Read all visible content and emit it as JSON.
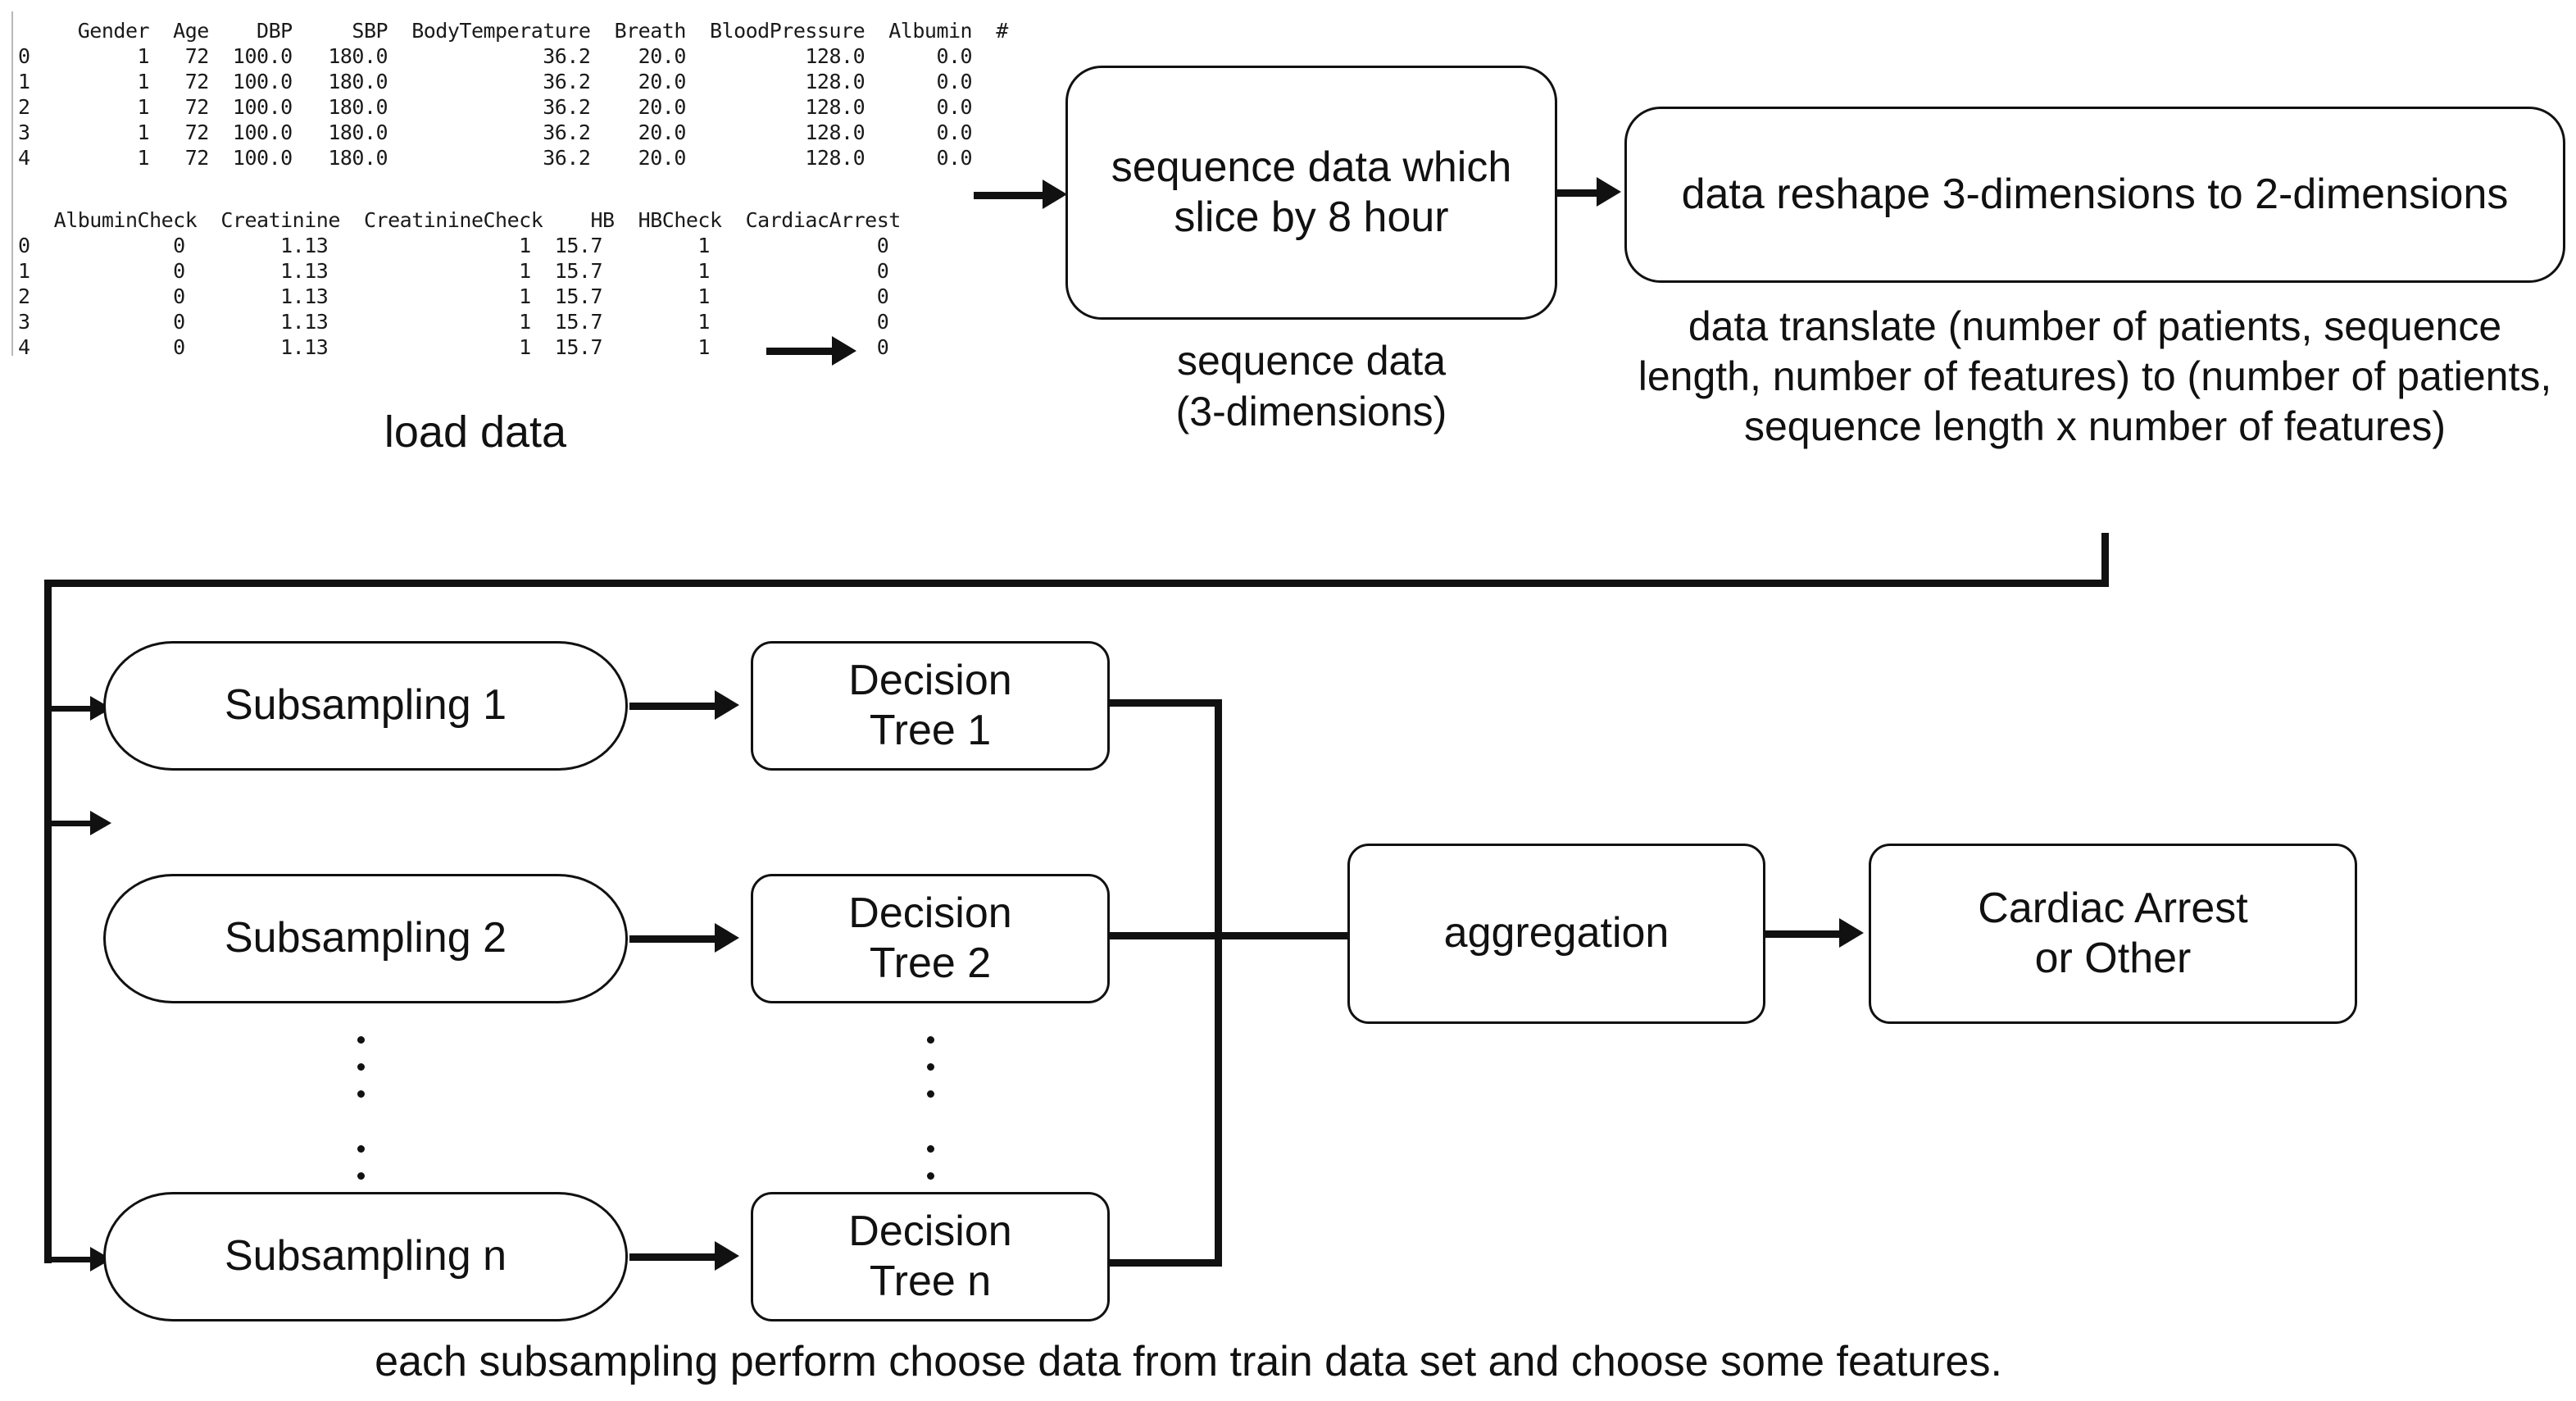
{
  "diagram": {
    "title_note": "Cardiac arrest prediction pipeline flow diagram"
  },
  "data_preview": {
    "table_top": {
      "header": "     Gender  Age    DBP     SBP  BodyTemperature  Breath  BloodPressure  Albumin  #",
      "rows": [
        "0         1   72  100.0   180.0             36.2    20.0          128.0      0.0",
        "1         1   72  100.0   180.0             36.2    20.0          128.0      0.0",
        "2         1   72  100.0   180.0             36.2    20.0          128.0      0.0",
        "3         1   72  100.0   180.0             36.2    20.0          128.0      0.0",
        "4         1   72  100.0   180.0             36.2    20.0          128.0      0.0"
      ],
      "columns": [
        "Gender",
        "Age",
        "DBP",
        "SBP",
        "BodyTemperature",
        "Breath",
        "BloodPressure",
        "Albumin",
        "#"
      ],
      "index": [
        "0",
        "1",
        "2",
        "3",
        "4"
      ],
      "values": [
        [
          "1",
          "72",
          "100.0",
          "180.0",
          "36.2",
          "20.0",
          "128.0",
          "0.0"
        ],
        [
          "1",
          "72",
          "100.0",
          "180.0",
          "36.2",
          "20.0",
          "128.0",
          "0.0"
        ],
        [
          "1",
          "72",
          "100.0",
          "180.0",
          "36.2",
          "20.0",
          "128.0",
          "0.0"
        ],
        [
          "1",
          "72",
          "100.0",
          "180.0",
          "36.2",
          "20.0",
          "128.0",
          "0.0"
        ],
        [
          "1",
          "72",
          "100.0",
          "180.0",
          "36.2",
          "20.0",
          "128.0",
          "0.0"
        ]
      ]
    },
    "table_bottom": {
      "header": "   AlbuminCheck  Creatinine  CreatinineCheck    HB  HBCheck  CardiacArrest",
      "rows": [
        "0            0        1.13                1  15.7        1              0",
        "1            0        1.13                1  15.7        1              0",
        "2            0        1.13                1  15.7        1              0",
        "3            0        1.13                1  15.7        1              0",
        "4            0        1.13                1  15.7        1              0"
      ],
      "columns": [
        "AlbuminCheck",
        "Creatinine",
        "CreatinineCheck",
        "HB",
        "HBCheck",
        "CardiacArrest"
      ],
      "index": [
        "0",
        "1",
        "2",
        "3",
        "4"
      ],
      "values": [
        [
          "0",
          "1.13",
          "1",
          "15.7",
          "1",
          "0"
        ],
        [
          "0",
          "1.13",
          "1",
          "15.7",
          "1",
          "0"
        ],
        [
          "0",
          "1.13",
          "1",
          "15.7",
          "1",
          "0"
        ],
        [
          "0",
          "1.13",
          "1",
          "15.7",
          "1",
          "0"
        ],
        [
          "0",
          "1.13",
          "1",
          "15.7",
          "1",
          "0"
        ]
      ]
    },
    "caption": "load data"
  },
  "stage_slice": {
    "box_label": "sequence data which slice by 8 hour",
    "caption_line1": "sequence data",
    "caption_line2": "(3-dimensions)"
  },
  "stage_reshape": {
    "box_label": "data reshape 3-dimensions to 2-dimensions",
    "caption": "data translate (number of patients, sequence length, number of features) to (number of patients, sequence length x number of features)"
  },
  "forest": {
    "rows": [
      {
        "subsample": "Subsampling 1",
        "tree_line1": "Decision",
        "tree_line2": "Tree 1"
      },
      {
        "subsample": "Subsampling 2",
        "tree_line1": "Decision",
        "tree_line2": "Tree 2"
      },
      {
        "subsample": "Subsampling n",
        "tree_line1": "Decision",
        "tree_line2": "Tree n"
      }
    ],
    "ellipsis_symbol": "vertical-ellipsis",
    "aggregation_label": "aggregation",
    "output_line1": "Cardiac Arrest",
    "output_line2": "or Other",
    "footer": "each subsampling perform choose data from train data set and choose some features."
  },
  "colors": {
    "stroke": "#111111",
    "background": "#ffffff",
    "rule": "#b8b8b8"
  }
}
